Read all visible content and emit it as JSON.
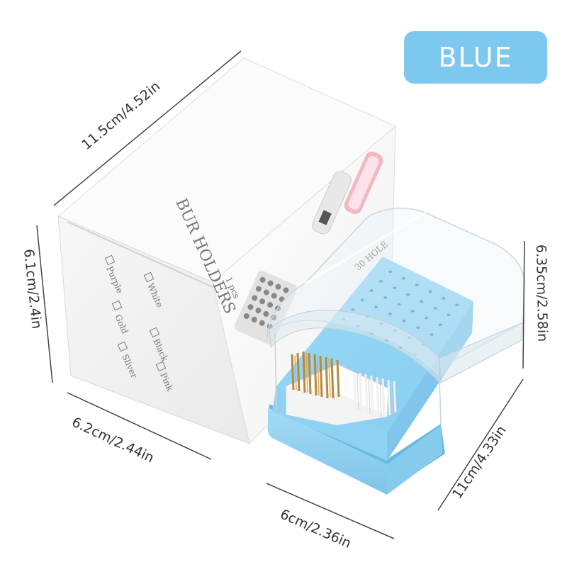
{
  "colors": {
    "accent_blue": "#7cc8ef",
    "base_blue": "#8fd1f0",
    "tray_blue": "#92d3f2",
    "box_white": "#f4f4f4",
    "line": "#333333"
  },
  "badge": {
    "label": "BLUE"
  },
  "dimensions": {
    "box_length": "11.5cm/4.52in",
    "box_height": "6.1cm/2.4in",
    "box_width": "6.2cm/2.44in",
    "holder_height": "6.35cm/2.58in",
    "holder_length": "11cm/4.33in",
    "holder_width": "6cm/2.36in"
  },
  "box_print": {
    "title": "BUR HOLDERS",
    "count": "1 pcs",
    "holes": "30 HOLE",
    "options_row1": [
      "White",
      "Black",
      "Pink"
    ],
    "options_row2": [
      "Purple",
      "Gold",
      "Sliver"
    ]
  }
}
